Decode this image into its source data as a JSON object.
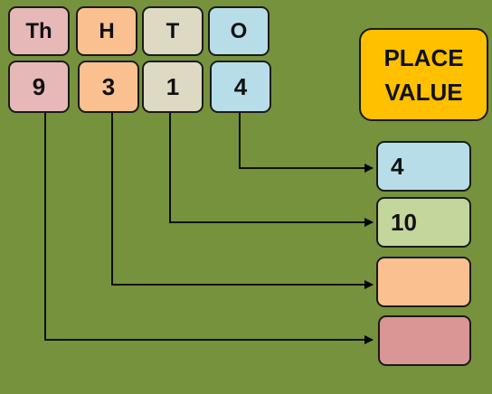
{
  "headers": {
    "thousands": "Th",
    "hundreds": "H",
    "tens": "T",
    "ones": "O"
  },
  "digits": {
    "thousands": "9",
    "hundreds": "3",
    "tens": "1",
    "ones": "4"
  },
  "title": {
    "line1": "PLACE",
    "line2": "VALUE"
  },
  "results": {
    "ones": "4",
    "tens": "10",
    "hundreds": "",
    "thousands": ""
  },
  "colors": {
    "background": "#76923c",
    "thousands": "#e6b9b8",
    "hundreds": "#fac090",
    "tens": "#ddd9c3",
    "ones": "#b7dde8",
    "tens_result": "#c3d69b",
    "thousands_result": "#d99694",
    "title_box": "#ffc000"
  }
}
